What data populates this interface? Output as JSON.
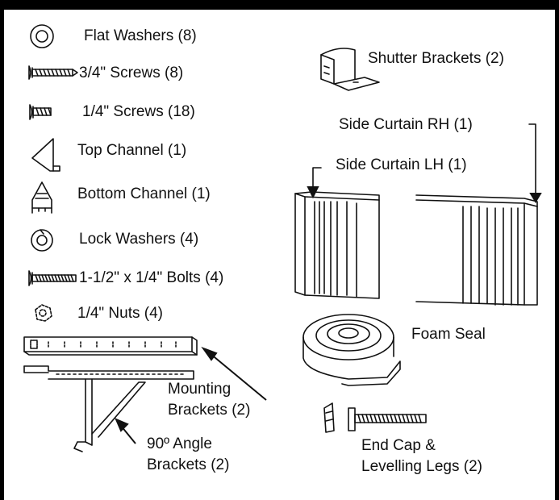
{
  "parts": {
    "flat_washers": "Flat Washers (8)",
    "screws_34": "3/4\" Screws (8)",
    "screws_14": "1/4\" Screws (18)",
    "top_channel": "Top Channel (1)",
    "bottom_channel": "Bottom Channel (1)",
    "lock_washers": "Lock Washers (4)",
    "bolts": "1-1/2\" x 1/4\" Bolts (4)",
    "nuts": "1/4\" Nuts (4)",
    "mounting_brackets_line1": "Mounting",
    "mounting_brackets_line2": "Brackets (2)",
    "angle_brackets_line1": "90º Angle",
    "angle_brackets_line2": "Brackets (2)",
    "shutter_brackets": "Shutter Brackets (2)",
    "side_curtain_rh": "Side Curtain RH (1)",
    "side_curtain_lh": "Side Curtain LH (1)",
    "foam_seal": "Foam Seal",
    "end_cap_line1": "End Cap &",
    "end_cap_line2": "Levelling Legs (2)"
  },
  "colors": {
    "ink": "#111111",
    "background": "#ffffff",
    "frame": "#000000"
  }
}
